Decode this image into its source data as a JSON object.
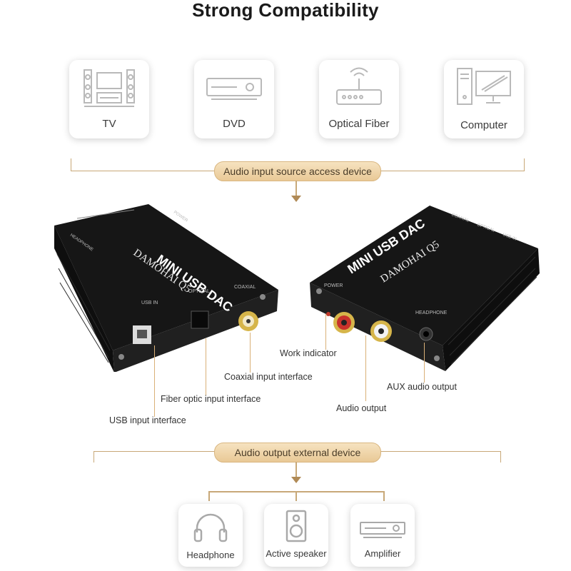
{
  "title": "Strong Compatibility",
  "input_devices": [
    {
      "label": "TV",
      "icon": "tv-home-theater-icon"
    },
    {
      "label": "DVD",
      "icon": "dvd-player-icon"
    },
    {
      "label": "Optical Fiber",
      "icon": "router-icon"
    },
    {
      "label": "Computer",
      "icon": "computer-icon"
    }
  ],
  "input_banner": "Audio input source access device",
  "device_markings": {
    "brand": "DAMOHAI Q5",
    "model": "MINI USB DAC",
    "left_ports": [
      "USB IN",
      "OPTICAL",
      "COAXIAL"
    ],
    "left_top": [
      "HEADPHONE",
      "POWER"
    ],
    "right_ports": [
      "POWER",
      "HEADPHONE"
    ],
    "right_top": [
      "COAXIAL",
      "OPTICAL",
      "USB IN"
    ]
  },
  "callouts": {
    "usb": "USB input interface",
    "fiber": "Fiber optic input interface",
    "coaxial": "Coaxial input interface",
    "work": "Work indicator",
    "audio_out": "Audio output",
    "aux": "AUX audio output"
  },
  "output_banner": "Audio output external device",
  "output_devices": [
    {
      "label": "Headphone",
      "icon": "headphone-icon"
    },
    {
      "label": "Active speaker",
      "icon": "speaker-icon"
    },
    {
      "label": "Amplifier",
      "icon": "amplifier-icon"
    }
  ],
  "colors": {
    "accent_gold": "#c8a878",
    "pill": "#efd6a8",
    "device_body": "#1c1c1c"
  }
}
